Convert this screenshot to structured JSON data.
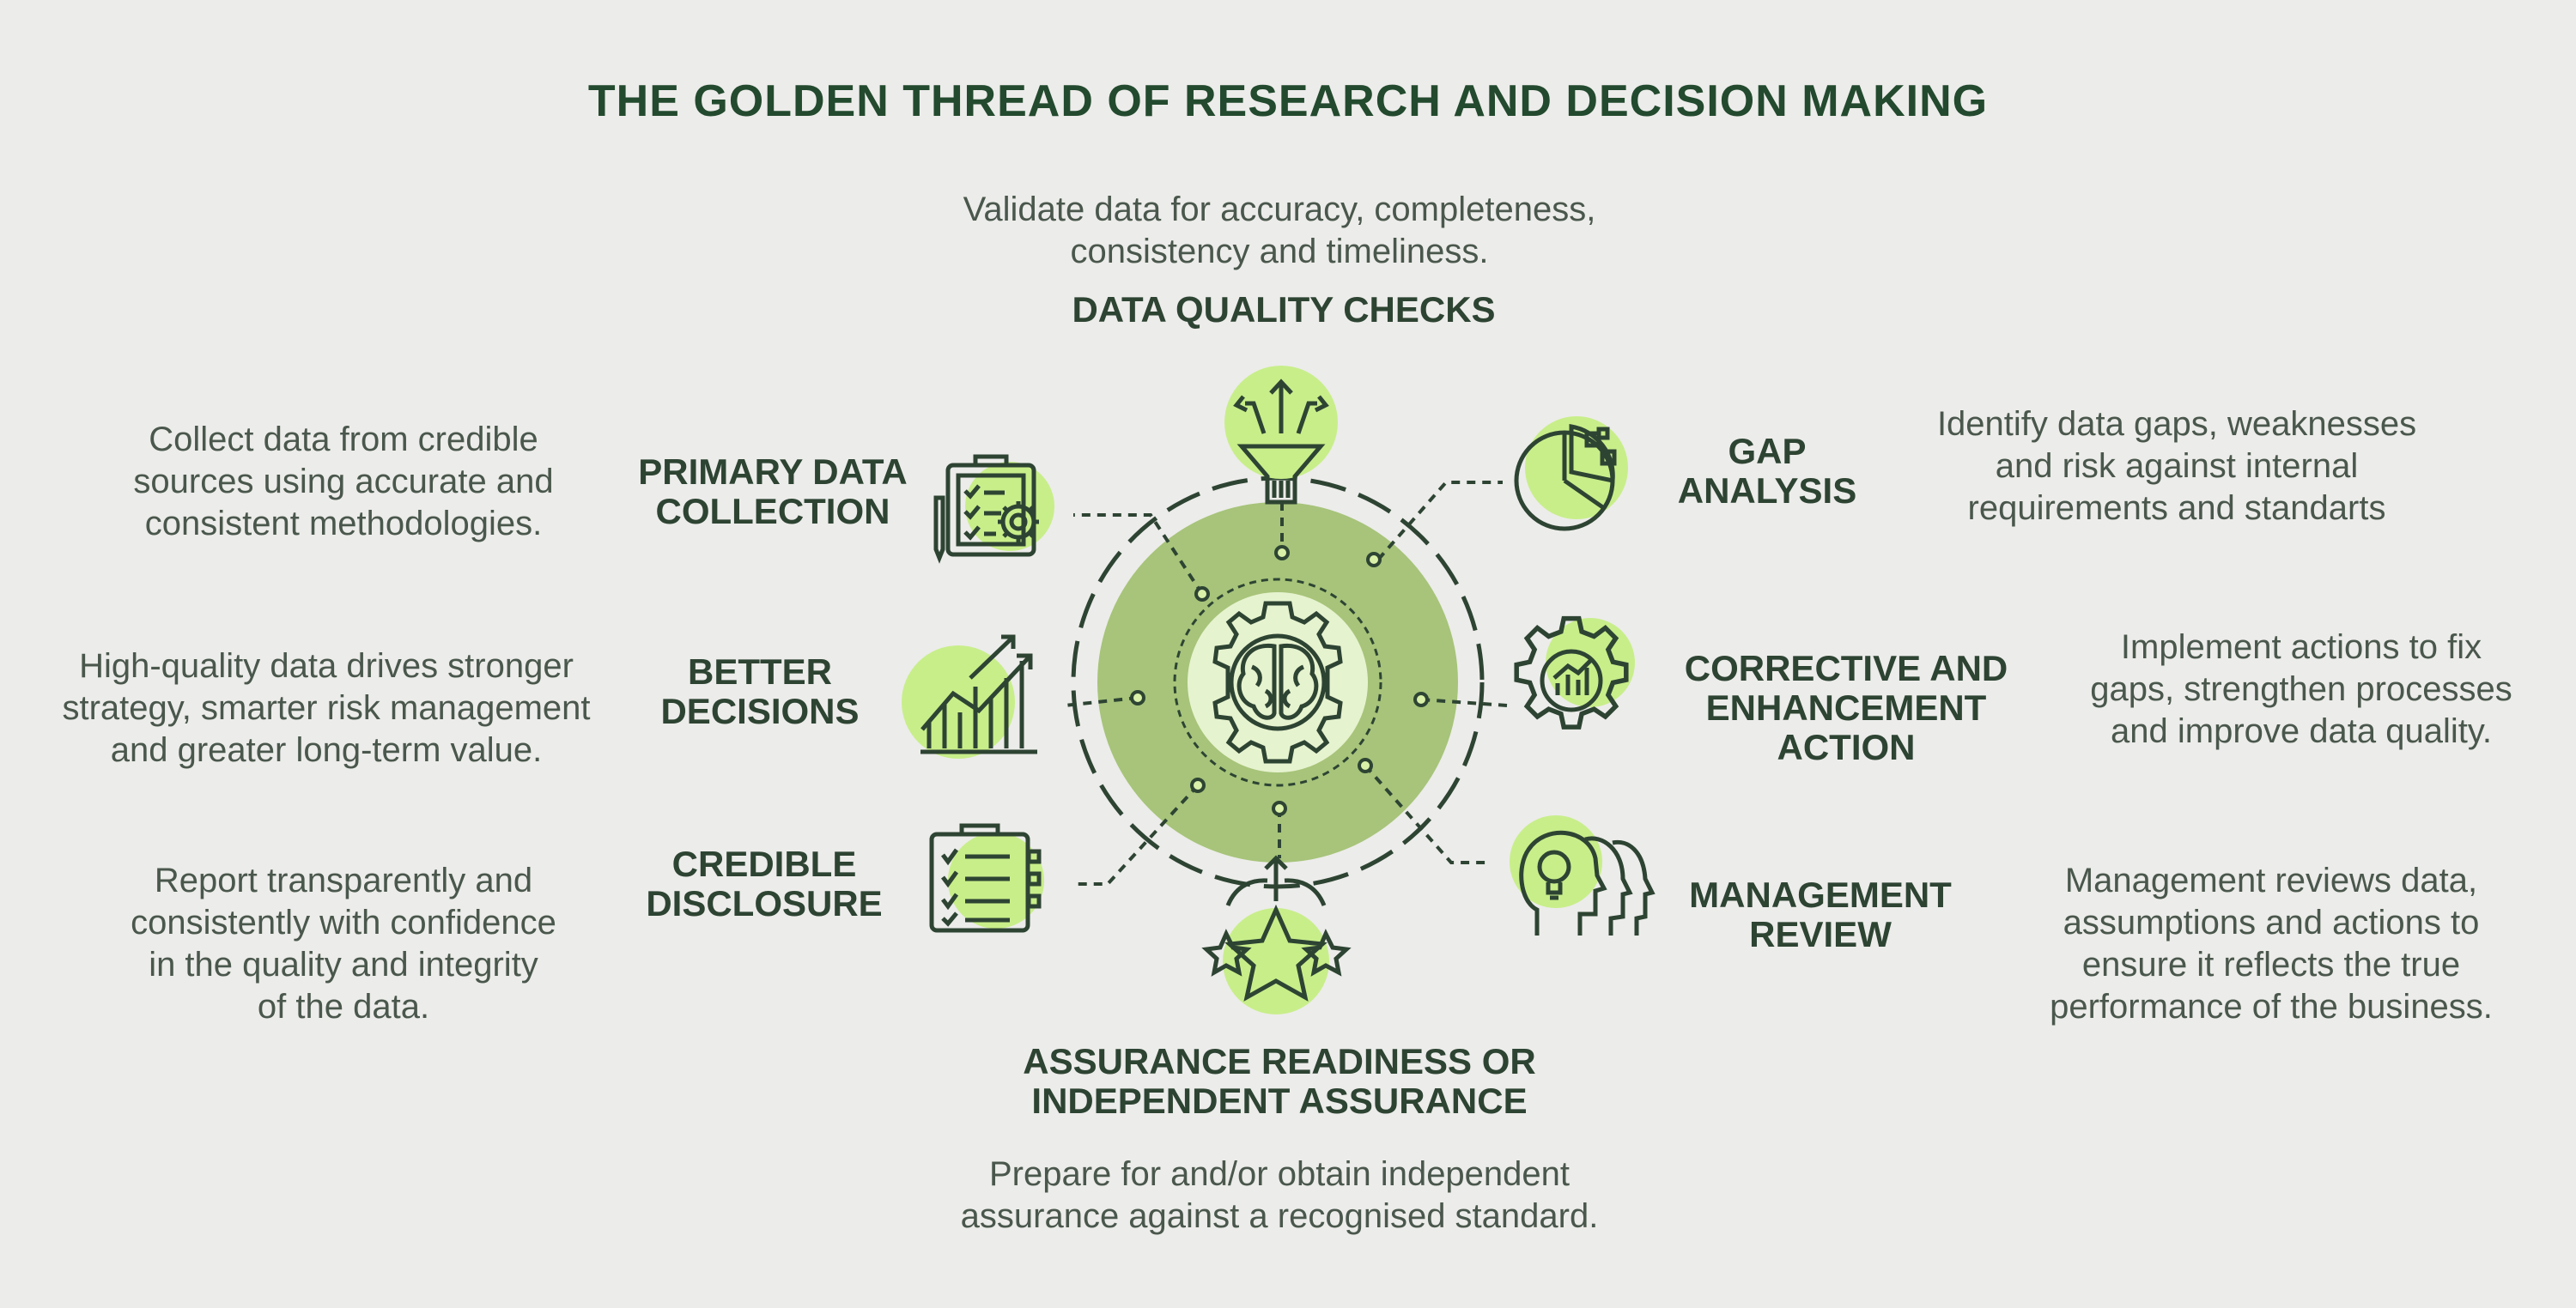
{
  "title": "THE GOLDEN THREAD OF RESEARCH AND DECISION MAKING",
  "colors": {
    "background": "#ececea",
    "dark_green": "#2e4433",
    "mid_green": "#a7c47a",
    "light_green": "#d9f0a8",
    "bright_green": "#c8ee8a",
    "text": "#4a574c"
  },
  "steps": {
    "data_quality": {
      "heading": "DATA QUALITY CHECKS",
      "desc_line1": "Validate data for accuracy, completeness,",
      "desc_line2": "consistency and timeliness.",
      "icon": "funnel-icon"
    },
    "gap_analysis": {
      "heading_line1": "GAP",
      "heading_line2": "ANALYSIS",
      "desc_line1": "Identify data gaps, weaknesses",
      "desc_line2": "and risk against internal",
      "desc_line3": "requirements and standarts",
      "icon": "pie-chart-icon"
    },
    "corrective": {
      "heading_line1": "CORRECTIVE AND",
      "heading_line2": "ENHANCEMENT",
      "heading_line3": "ACTION",
      "desc_line1": "Implement actions to fix",
      "desc_line2": "gaps, strengthen processes",
      "desc_line3": "and improve data quality.",
      "icon": "gear-chart-icon"
    },
    "management": {
      "heading_line1": "MANAGEMENT",
      "heading_line2": "REVIEW",
      "desc_line1": "Management reviews data,",
      "desc_line2": "assumptions and actions to",
      "desc_line3": "ensure it reflects the true",
      "desc_line4": "performance of the business.",
      "icon": "team-lightbulb-icon"
    },
    "assurance": {
      "heading_line1": "ASSURANCE READINESS OR",
      "heading_line2": "INDEPENDENT ASSURANCE",
      "desc_line1": "Prepare for and/or obtain independent",
      "desc_line2": "assurance against a recognised standard.",
      "icon": "stars-icon"
    },
    "disclosure": {
      "heading_line1": "CREDIBLE",
      "heading_line2": "DISCLOSURE",
      "desc_line1": "Report transparently and",
      "desc_line2": "consistently with confidence",
      "desc_line3": "in the quality and integrity",
      "desc_line4": "of the data.",
      "icon": "clipboard-checklist-icon"
    },
    "better_decisions": {
      "heading_line1": "BETTER",
      "heading_line2": "DECISIONS",
      "desc_line1": "High-quality data drives stronger",
      "desc_line2": "strategy, smarter risk management",
      "desc_line3": "and greater long-term value.",
      "icon": "growth-chart-icon"
    },
    "primary_collection": {
      "heading_line1": "PRIMARY DATA",
      "heading_line2": "COLLECTION",
      "desc_line1": "Collect data from credible",
      "desc_line2": "sources using accurate and",
      "desc_line3": "consistent methodologies.",
      "icon": "clipboard-gear-icon"
    }
  },
  "center_icon": "brain-gear-icon"
}
